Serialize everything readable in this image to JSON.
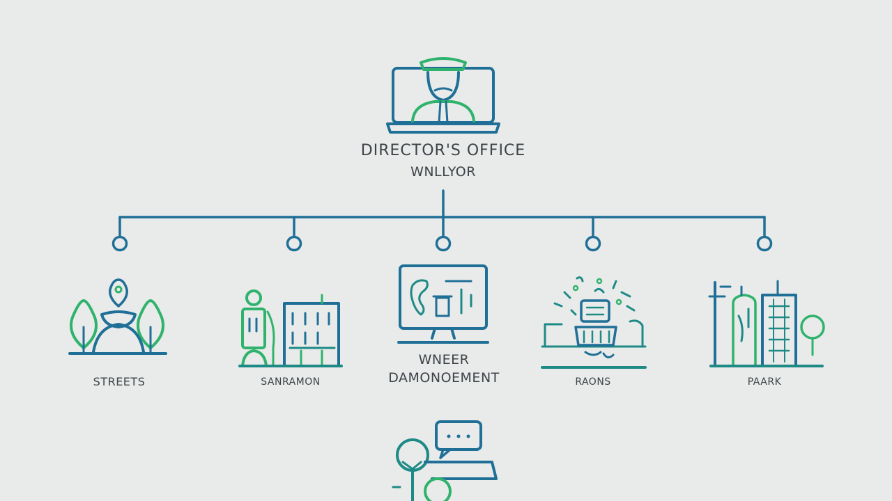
{
  "colors": {
    "background": "#e9eaea",
    "primary_blue": "#1f6f96",
    "accent_green": "#2fb36c",
    "teal": "#1d8a86",
    "text": "#3d4347"
  },
  "root": {
    "title": "DIRECTOR'S OFFICE",
    "subtitle": "WNLLYOR",
    "icon": "person-at-monitor-icon"
  },
  "departments": [
    {
      "label": "STREETS",
      "icon": "road-trees-pin-icon"
    },
    {
      "label": "SANRAMON",
      "icon": "worker-building-icon"
    },
    {
      "label_line1": "WNEER",
      "label_line2": "DAMONOEMENT",
      "icon": "monitor-map-icon"
    },
    {
      "label": "RAONS",
      "icon": "machinery-debris-icon"
    },
    {
      "label": "PAARK",
      "icon": "city-buildings-tree-icon"
    }
  ],
  "bottom_node": {
    "icon": "trees-chat-bubble-icon"
  }
}
